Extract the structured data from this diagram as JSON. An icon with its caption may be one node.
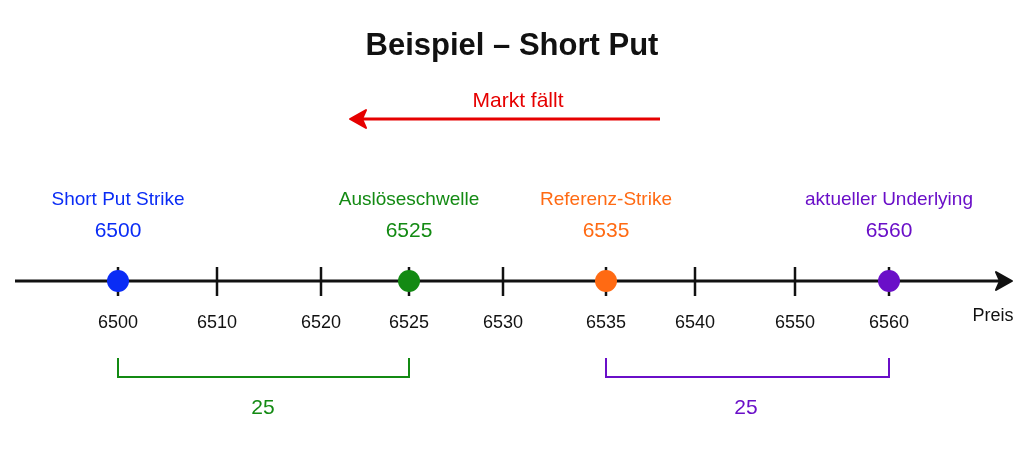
{
  "diagram": {
    "title": "Beispiel – Short Put",
    "labels": [
      "Markt fällt",
      "Short Put Strike",
      "6500",
      "Auslöseschwelle",
      "6525",
      "Referenz-Strike",
      "6535",
      "aktueller Underlying",
      "6560",
      "6500",
      "6510",
      "6520",
      "6525",
      "6530",
      "6535",
      "6540",
      "6550",
      "6560",
      "Preis",
      "25",
      "25"
    ]
  }
}
